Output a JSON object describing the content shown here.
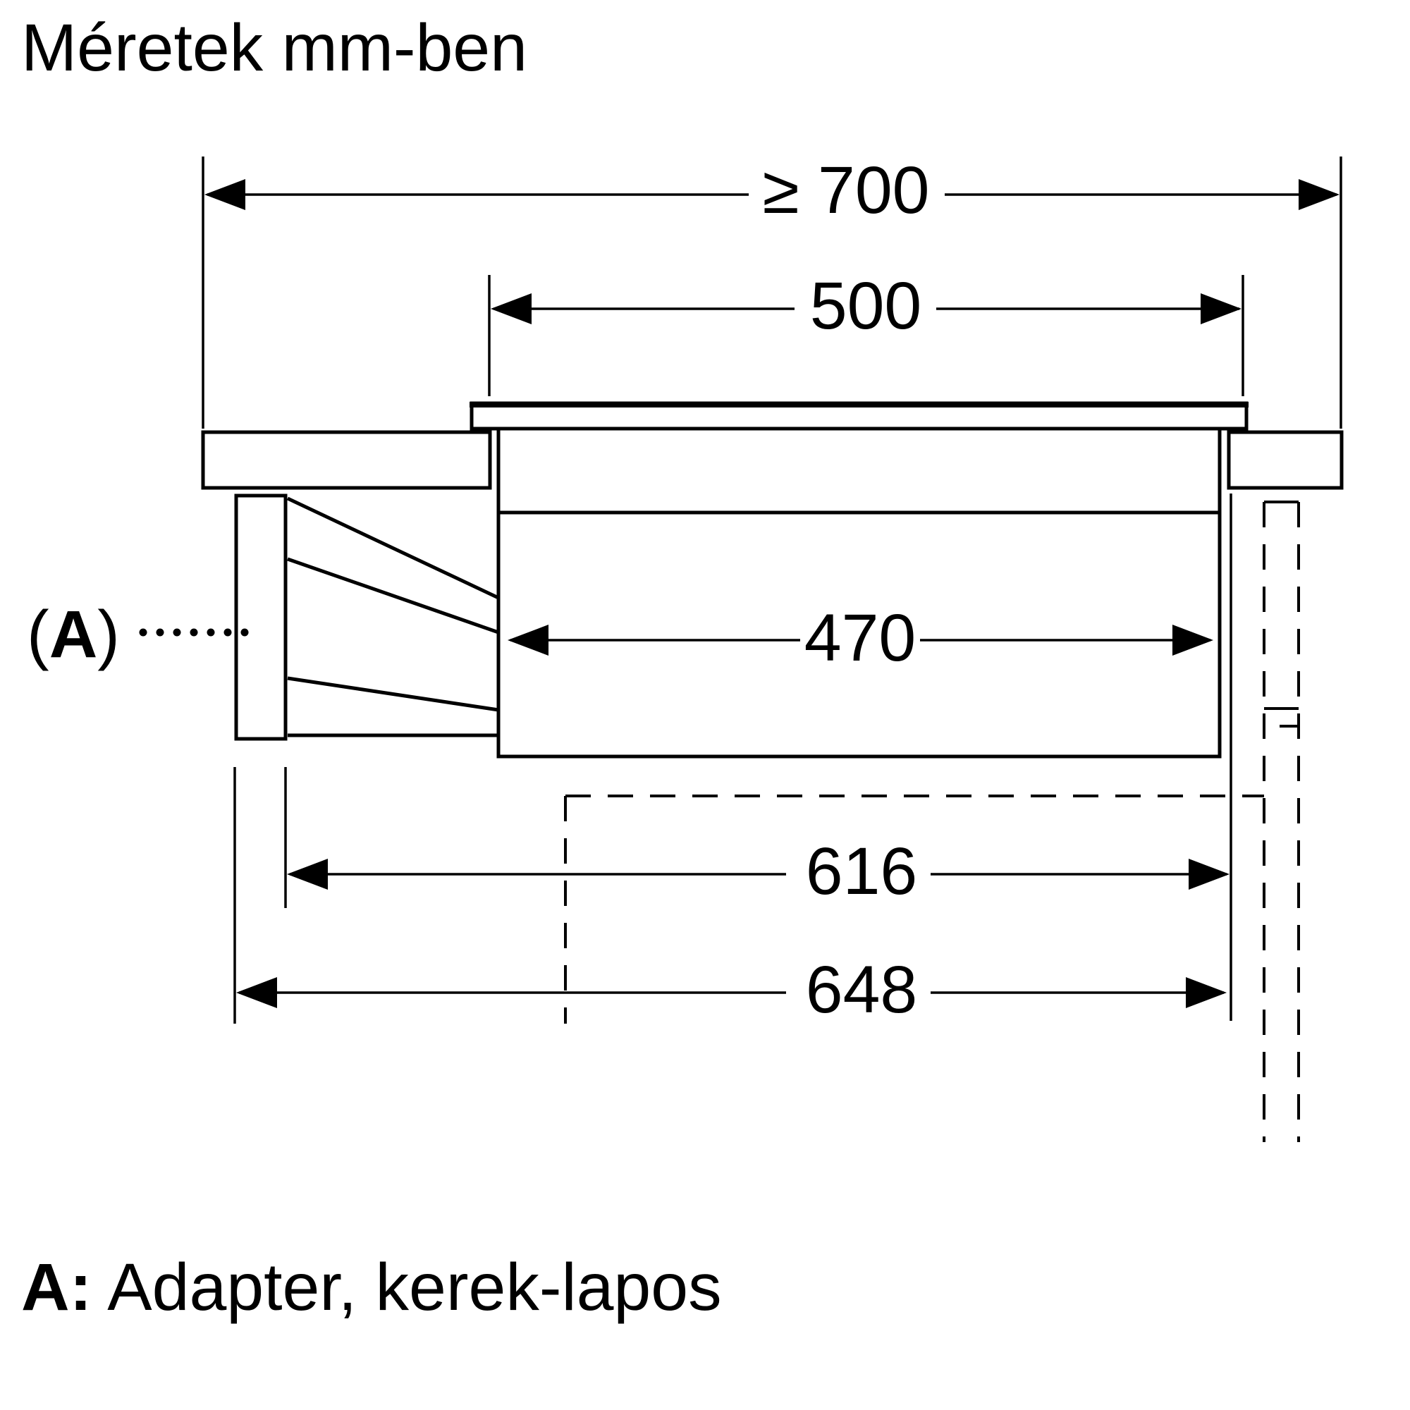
{
  "colors": {
    "ink": "#000000",
    "paper": "#ffffff"
  },
  "title": "Méretek mm-ben",
  "dimensions": {
    "min_worktop_depth": {
      "label": "≥ 700"
    },
    "cutout_top_width": {
      "label": "500"
    },
    "inner_width": {
      "label": "470"
    },
    "length_616": {
      "label": "616"
    },
    "length_648": {
      "label": "648"
    }
  },
  "callout": {
    "open": "(",
    "letter": "A",
    "close": ")"
  },
  "footnote": {
    "prefix": "A:",
    "text": "Adapter, kerek-lapos"
  }
}
